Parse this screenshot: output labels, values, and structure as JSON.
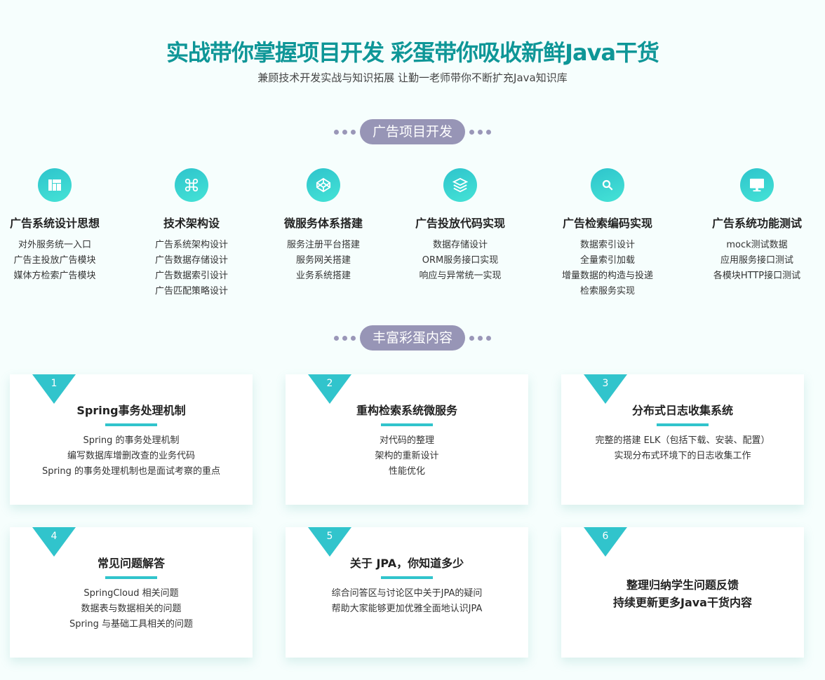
{
  "header": {
    "title": "实战带你掌握项目开发 彩蛋带你吸收新鲜Java干货",
    "subtitle": "兼顾技术开发实战与知识拓展 让勤一老师带你不断扩充Java知识库"
  },
  "sections": [
    "广告项目开发",
    "丰富彩蛋内容"
  ],
  "features": [
    {
      "icon": "layout-icon",
      "title": "广告系统设计思想",
      "items": [
        "对外服务统一入口",
        "广告主投放广告模块",
        "媒体方检索广告模块"
      ]
    },
    {
      "icon": "command-icon",
      "title": "技术架构设",
      "items": [
        "广告系统架构设计",
        "广告数据存储设计",
        "广告数据索引设计",
        "广告匹配策略设计"
      ]
    },
    {
      "icon": "codepen-icon",
      "title": "微服务体系搭建",
      "items": [
        "服务注册平台搭建",
        "服务网关搭建",
        "业务系统搭建"
      ]
    },
    {
      "icon": "layers-icon",
      "title": "广告投放代码实现",
      "items": [
        "数据存储设计",
        "ORM服务接口实现",
        "响应与异常统一实现"
      ]
    },
    {
      "icon": "search-icon",
      "title": "广告检索编码实现",
      "items": [
        "数据索引设计",
        "全量索引加载",
        "增量数据的构造与投递",
        "检索服务实现"
      ]
    },
    {
      "icon": "monitor-icon",
      "title": "广告系统功能测试",
      "items": [
        "mock测试数据",
        "应用服务接口测试",
        "各模块HTTP接口测试"
      ]
    }
  ],
  "cards": [
    {
      "num": "1",
      "title": "Spring事务处理机制",
      "items": [
        "Spring 的事务处理机制",
        "编写数据库增删改查的业务代码",
        "Spring 的事务处理机制也是面试考察的重点"
      ]
    },
    {
      "num": "2",
      "title": "重构检索系统微服务",
      "items": [
        "对代码的整理",
        "架构的重新设计",
        "性能优化"
      ]
    },
    {
      "num": "3",
      "title": "分布式日志收集系统",
      "items": [
        "完整的搭建 ELK（包括下载、安装、配置）",
        "实现分布式环境下的日志收集工作"
      ]
    },
    {
      "num": "4",
      "title": "常见问题解答",
      "items": [
        "SpringCloud 相关问题",
        "数据表与数据相关的问题",
        "Spring 与基础工具相关的问题"
      ]
    },
    {
      "num": "5",
      "title": "关于 JPA，你知道多少",
      "items": [
        "综合问答区与讨论区中关于JPA的疑问",
        "帮助大家能够更加优雅全面地认识JPA"
      ]
    },
    {
      "num": "6",
      "lines": [
        "整理归纳学生问题反馈",
        "持续更新更多Java干货内容"
      ]
    }
  ],
  "colors": {
    "accent": "#31c4cc",
    "title": "#0e9697",
    "pill": "#9795b6"
  }
}
